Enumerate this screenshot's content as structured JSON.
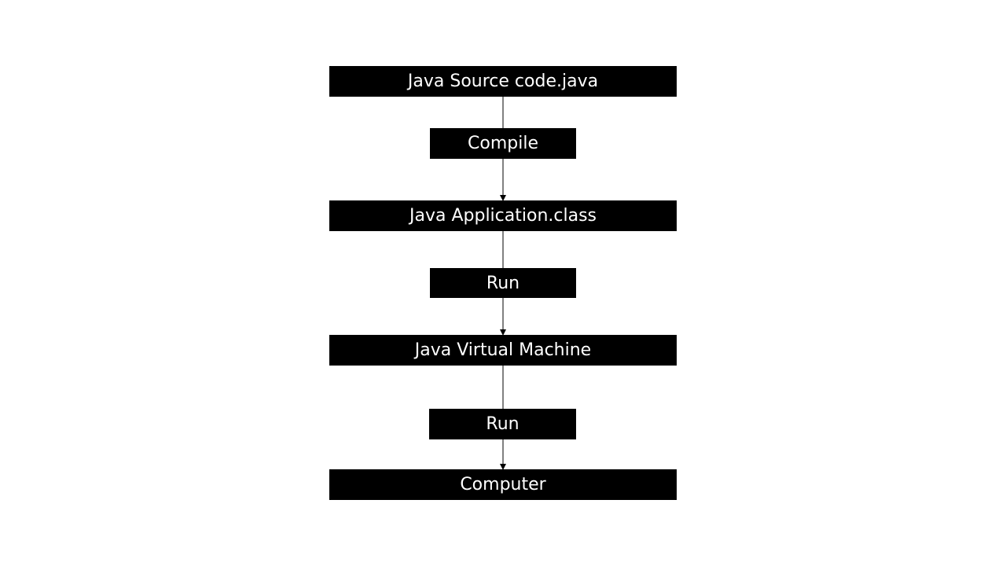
{
  "diagram": {
    "nodes": [
      {
        "id": "source",
        "label": "Java Source code.java"
      },
      {
        "id": "application",
        "label": "Java Application.class"
      },
      {
        "id": "jvm",
        "label": "Java Virtual Machine"
      },
      {
        "id": "computer",
        "label": "Computer"
      }
    ],
    "steps": [
      {
        "from": "source",
        "to": "application",
        "label": "Compile"
      },
      {
        "from": "application",
        "to": "jvm",
        "label": "Run"
      },
      {
        "from": "jvm",
        "to": "computer",
        "label": "Run"
      }
    ],
    "colors": {
      "box_fill": "#000000",
      "box_text": "#ffffff",
      "connector": "#000000",
      "background": "#ffffff"
    }
  }
}
